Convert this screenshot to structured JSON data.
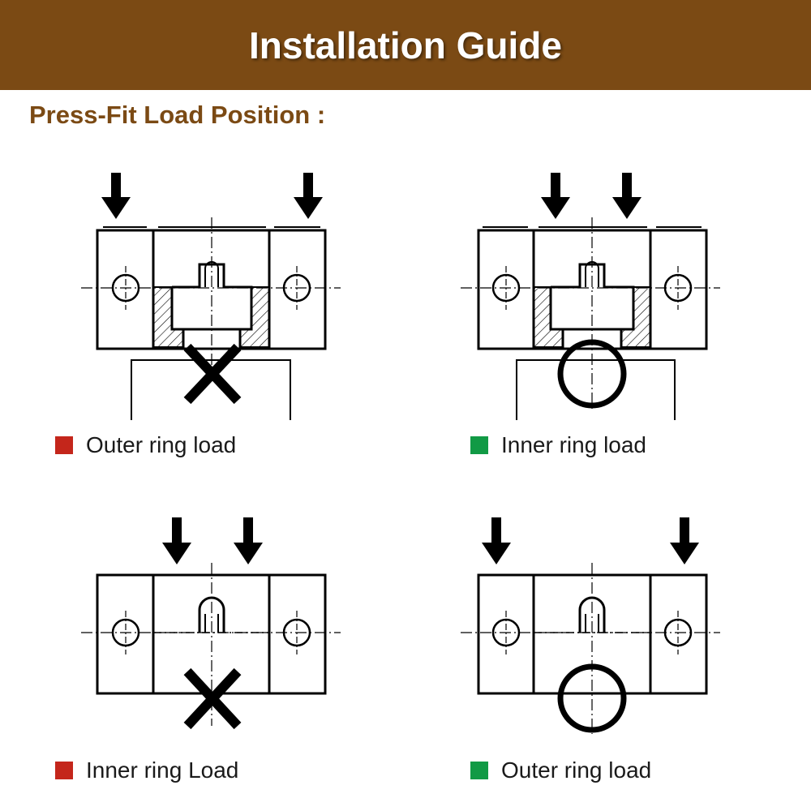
{
  "header": {
    "title": "Installation Guide"
  },
  "subtitle": "Press-Fit Load Position :",
  "colors": {
    "header_bg": "#7b4a14",
    "incorrect": "#c4261b",
    "correct": "#119a45"
  },
  "panels": [
    {
      "caption": "Outer ring load",
      "status": "incorrect",
      "mark": "cross-icon"
    },
    {
      "caption": "Inner ring load",
      "status": "correct",
      "mark": "circle-icon"
    },
    {
      "caption": "Inner ring Load",
      "status": "incorrect",
      "mark": "cross-icon"
    },
    {
      "caption": "Outer ring load",
      "status": "correct",
      "mark": "circle-icon"
    }
  ]
}
